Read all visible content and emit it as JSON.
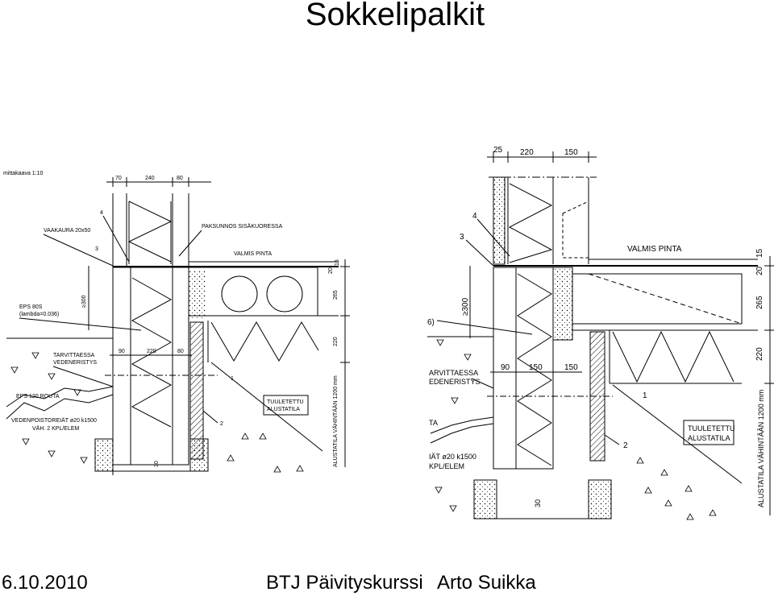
{
  "slide": {
    "title": "Sokkelipalkit",
    "footer_date": "6.10.2010",
    "footer_course": "BTJ Päivityskurssi",
    "footer_author": "Arto Suikka"
  },
  "left_drawing": {
    "scale": "mittakaava 1:10",
    "dims_top": [
      "70",
      "240",
      "80"
    ],
    "mid_dims": [
      "90",
      "220",
      "80"
    ],
    "callouts": [
      "4",
      "3",
      "1",
      "2"
    ],
    "labels": {
      "vaakaura": "VAAKAURA 20x50",
      "paksunnos": "PAKSUNNOS SISÄKUORESSA",
      "valmis_pinta": "VALMIS PINTA",
      "eps": "EPS 80S",
      "lambda": "(lambda=0.036)",
      "tarvittaessa": "TARVITTAESSA",
      "vedeneristys": "VEDENERISTYS",
      "eps_routa": "EPS 120 ROUTA",
      "vedenpoisto": "VEDENPOISTOREIÄT ø20 k1500",
      "vah": "VÄH. 2 KPL/ELEM",
      "tuuletettu": "TUULETETTU",
      "alustatila": "ALUSTATILA",
      "vert_dims": [
        "20",
        "15",
        "265",
        "220"
      ],
      "ge300": "≥300",
      "alustatila_min": "ALUSTATILA VÄHINTÄÄN 1200 mm",
      "dim30": "30"
    }
  },
  "right_drawing": {
    "dims_top": [
      "25",
      "220",
      "150"
    ],
    "mid_dims": [
      "90",
      "150",
      "150"
    ],
    "callouts": [
      "4",
      "3",
      "1",
      "2"
    ],
    "labels": {
      "valmis_pinta": "VALMIS PINTA",
      "tarvittaessa": "ARVITTAESSA",
      "vedeneristys": "EDENERISTYS",
      "ta": "TA",
      "iat": "IÄT ø20 k1500",
      "kpl": "KPL/ELEM",
      "tuuletettu": "TUULETETTU",
      "alustatila": "ALUSTATILA",
      "vert_dims": [
        "20",
        "15",
        "265",
        "220"
      ],
      "ge300": "≥300",
      "paren6": "6)",
      "dim30": "30",
      "alustatila_min": "ALUSTATILA VÄHINTÄÄN 1200 mm"
    }
  }
}
